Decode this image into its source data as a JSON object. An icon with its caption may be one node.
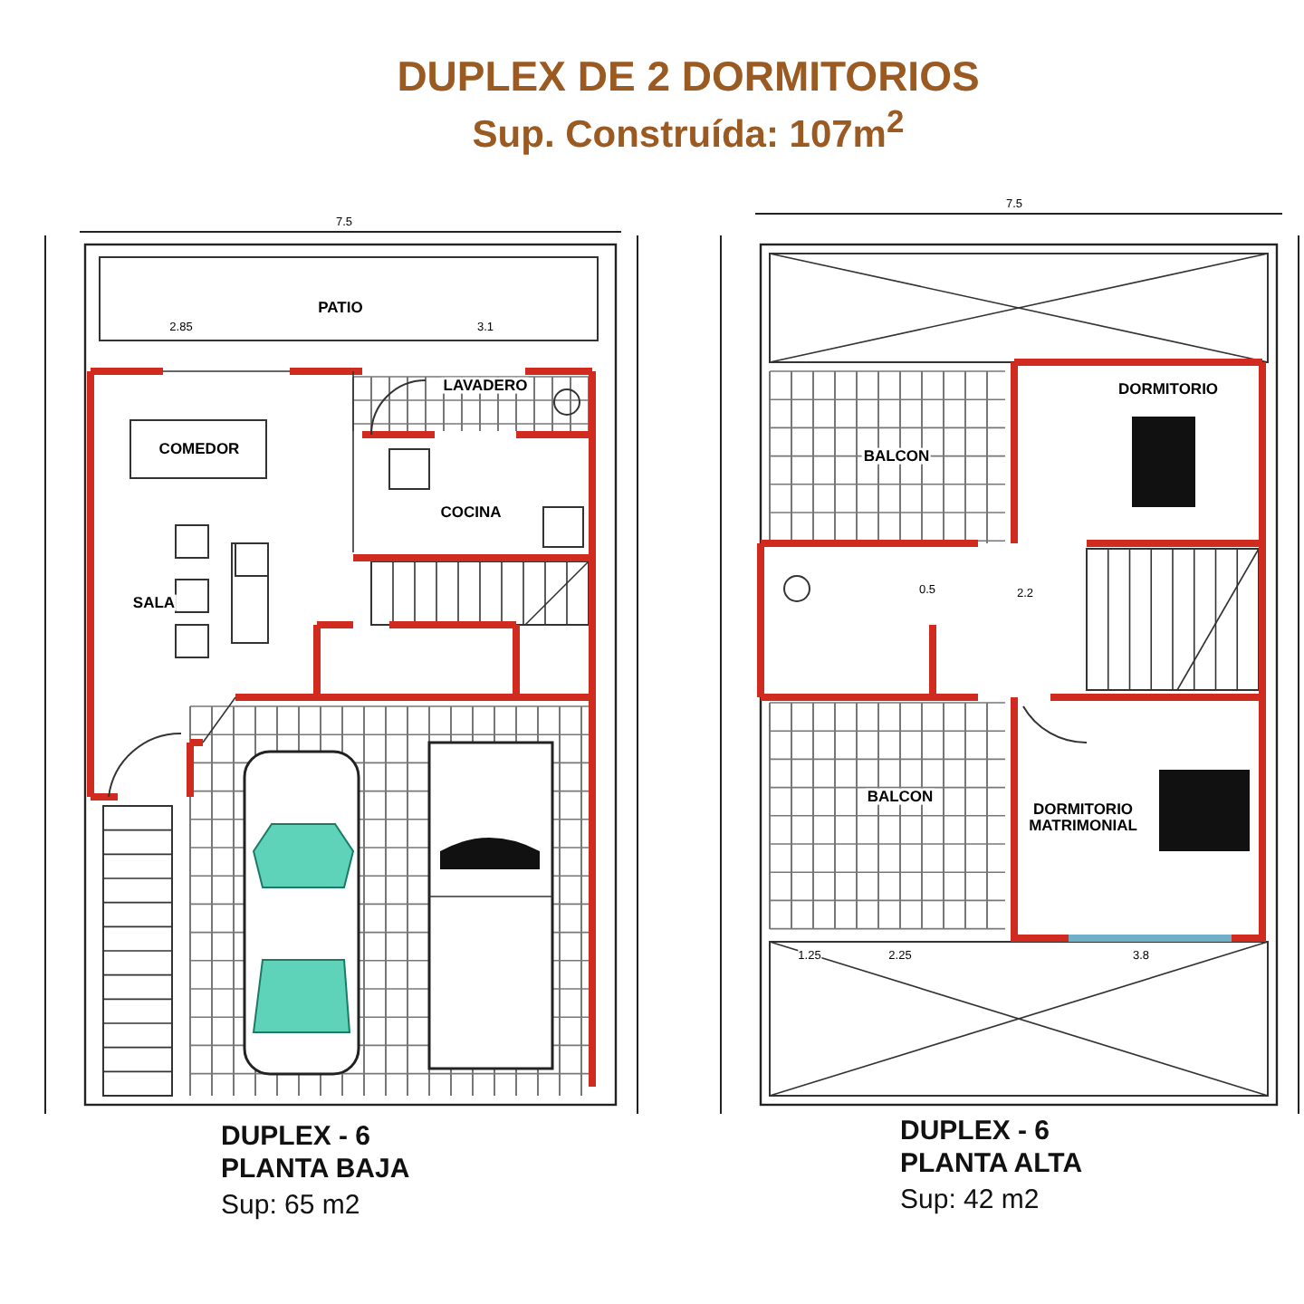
{
  "diagram": {
    "title": "DUPLEX DE 2 DORMITORIOS",
    "labels": [
      "Sup. Construída: 107m$^{2}$",
      "7.5",
      "PATIO",
      "2.85",
      "3.1",
      "LAVADERO",
      "COMEDOR",
      "COCINA",
      "SALA",
      "7.5",
      "DORMITORIO",
      "BALCON",
      "0.5",
      "2.2",
      "BALCON",
      "DORMITORIO MATRIMONIAL",
      "1.25",
      "2.25",
      "3.8",
      "DUPLEX - 6",
      "PLANTA BAJA",
      "Sup: 65 m2",
      "DUPLEX - 6",
      "PLANTA ALTA",
      "Sup: 42 m2"
    ]
  }
}
